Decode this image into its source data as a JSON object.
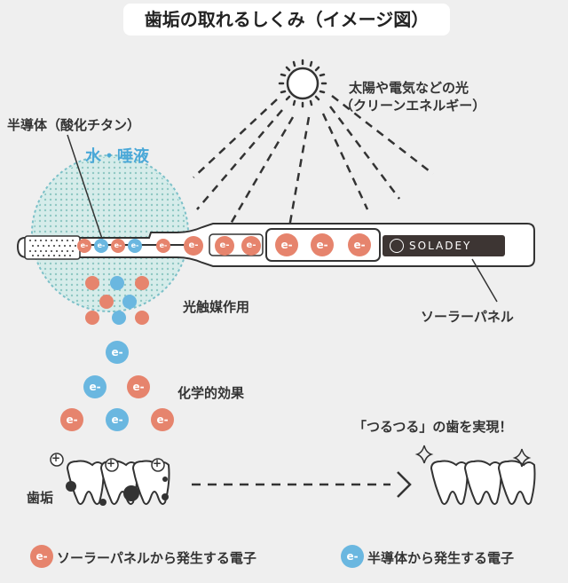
{
  "title": "歯垢の取れるしくみ（イメージ図）",
  "labels": {
    "light": "太陽や電気などの光",
    "light_sub": "（クリーンエネルギー）",
    "semiconductor": "半導体（酸化チタン）",
    "water": "水・唾液",
    "photocatalysis": "光触媒作用",
    "solar_panel": "ソーラーパネル",
    "chemical_effect": "化学的効果",
    "tooth_result": "「つるつる」の歯を実現！",
    "plaque": "歯垢"
  },
  "brand": "SOLADEY",
  "electron_symbol": "e-",
  "plus_symbol": "+",
  "legend": [
    {
      "color": "#e6846d",
      "label": "ソーラーパネルから発生する電子"
    },
    {
      "color": "#6ab7e0",
      "label": "半導体から発生する電子"
    }
  ],
  "colors": {
    "orange_electron": "#e6846d",
    "blue_electron": "#6ab7e0",
    "background": "#efefef"
  }
}
